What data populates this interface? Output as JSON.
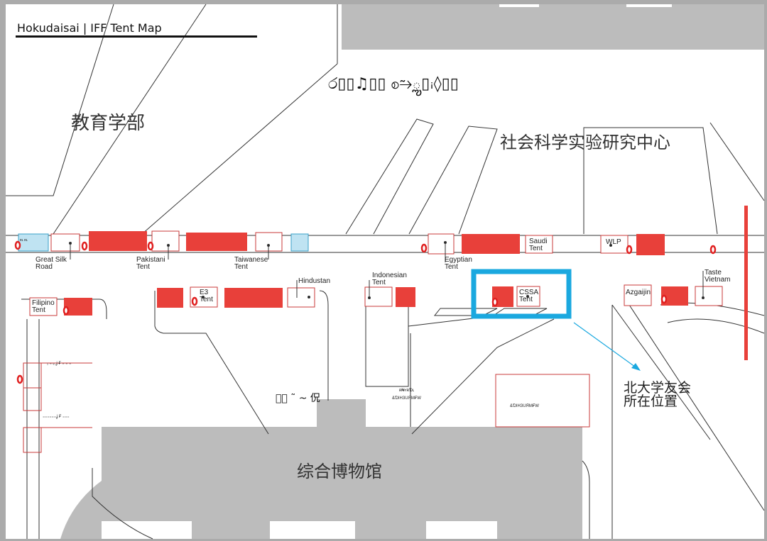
{
  "title": "Hokudaisai | IFF Tent Map",
  "garbled_top": "ර▯▯♫▯▯ စ⥲ౢ▯ꜟ◊▯▯",
  "garbled_mid": "⥲ౢ ˜ ~ 㑆",
  "buildings": {
    "education": "教育学部",
    "social_science": "社会科学实验研究中心",
    "museum": "综合博物馆"
  },
  "tents": {
    "great_silk_road": "Great Silk\nRoad",
    "pakistani": "Pakistani\nTent",
    "taiwanese": "Taiwanese\nTent",
    "egyptian": "Egyptian\nTent",
    "saudi": "Saudi\nTent",
    "wlp": "WLP",
    "hindustan": "Hindustan",
    "indonesian": "Indonesian\nTent",
    "e3": "E3\nTent",
    "cssa": "CSSA\nTent",
    "azgaijin": "Azgaijin",
    "taste_vietnam": "Taste\nVietnam",
    "filipino": "Filipino\nTent"
  },
  "annotation": "北大学友会\n所在位置",
  "small_marks": {
    "left_a": "₁ ₌ ₑ ʝ ₣ ₌ ₌ ₌",
    "left_b": "₌₌₌₌₌₌ʝ ₣ ₌₌₌",
    "mid_a": "ʀ₦ʏʀƊʟ",
    "mid_b": "&ƊIH3UЯM₣W",
    "right": "&ƊIH3UЯM₣W",
    "left_tent": "ʀʟ ʀʟ"
  },
  "colors": {
    "tent_red": "#e8403a",
    "tent_outline": "#c83a3a",
    "highlight": "#1aa8df",
    "building_gray": "#bcbcbc",
    "blue_tent": "#bfe3f2",
    "marker_red": "#e02020"
  },
  "icons": [
    "red-marker-icon",
    "arrow-icon"
  ]
}
